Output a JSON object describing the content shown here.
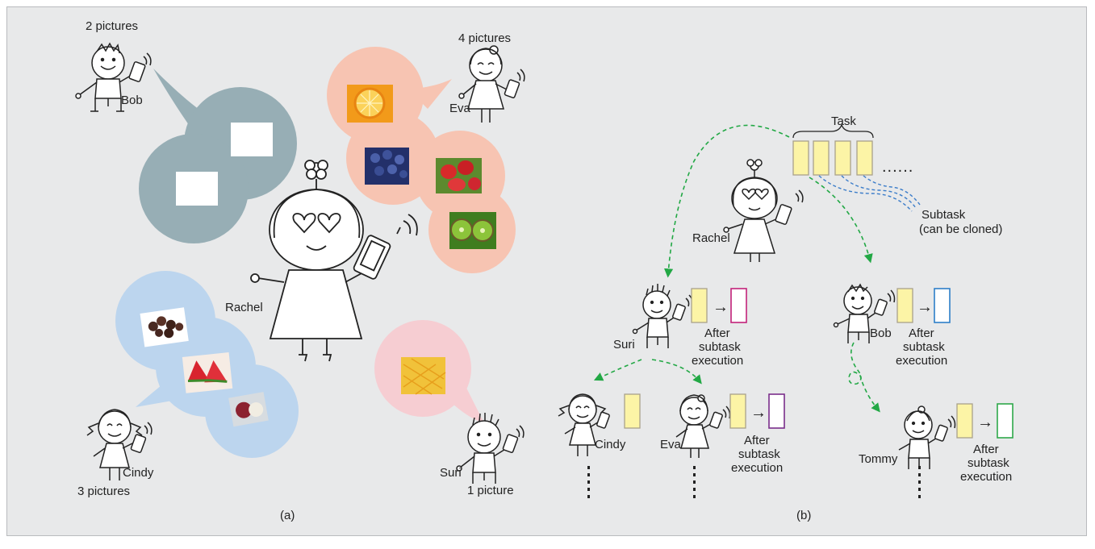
{
  "panel_a": {
    "caption": "(a)",
    "people": {
      "bob": {
        "name": "Bob",
        "count": "2 pictures"
      },
      "eva": {
        "name": "Eva",
        "count": "4 pictures"
      },
      "rachel": {
        "name": "Rachel"
      },
      "cindy": {
        "name": "Cindy",
        "count": "3 pictures"
      },
      "suri": {
        "name": "Suri",
        "count": "1 picture"
      }
    },
    "photos": {
      "eva": [
        "orange",
        "blueberries",
        "strawberries",
        "kiwi"
      ],
      "cindy": [
        "grapes",
        "watermelon",
        "lychee"
      ],
      "suri": [
        "mango"
      ]
    },
    "colors": {
      "bob_bubble": "#97aeb5",
      "eva_bubble": "#f7c4b2",
      "cindy_bubble": "#bcd5ee",
      "suri_bubble": "#f6cdd2"
    }
  },
  "panel_b": {
    "caption": "(b)",
    "task_label": "Task",
    "ellipsis": "......",
    "subtask_label": "Subtask",
    "subtask_note": "(can be cloned)",
    "rachel": "Rachel",
    "suri": "Suri",
    "bob": "Bob",
    "cindy": "Cindy",
    "eva": "Eva",
    "tommy": "Tommy",
    "arrow": "→",
    "after_1": "After",
    "after_2": "subtask",
    "after_3": "execution",
    "colors": {
      "subtask_fill": "#fcf4a6",
      "suri_result": "#c2227a",
      "bob_result": "#2d7fc8",
      "eva_result": "#7a2e8a",
      "tommy_result": "#2ea84a",
      "assign_arrow": "#22a845",
      "clone_line": "#3a7cc9"
    }
  }
}
